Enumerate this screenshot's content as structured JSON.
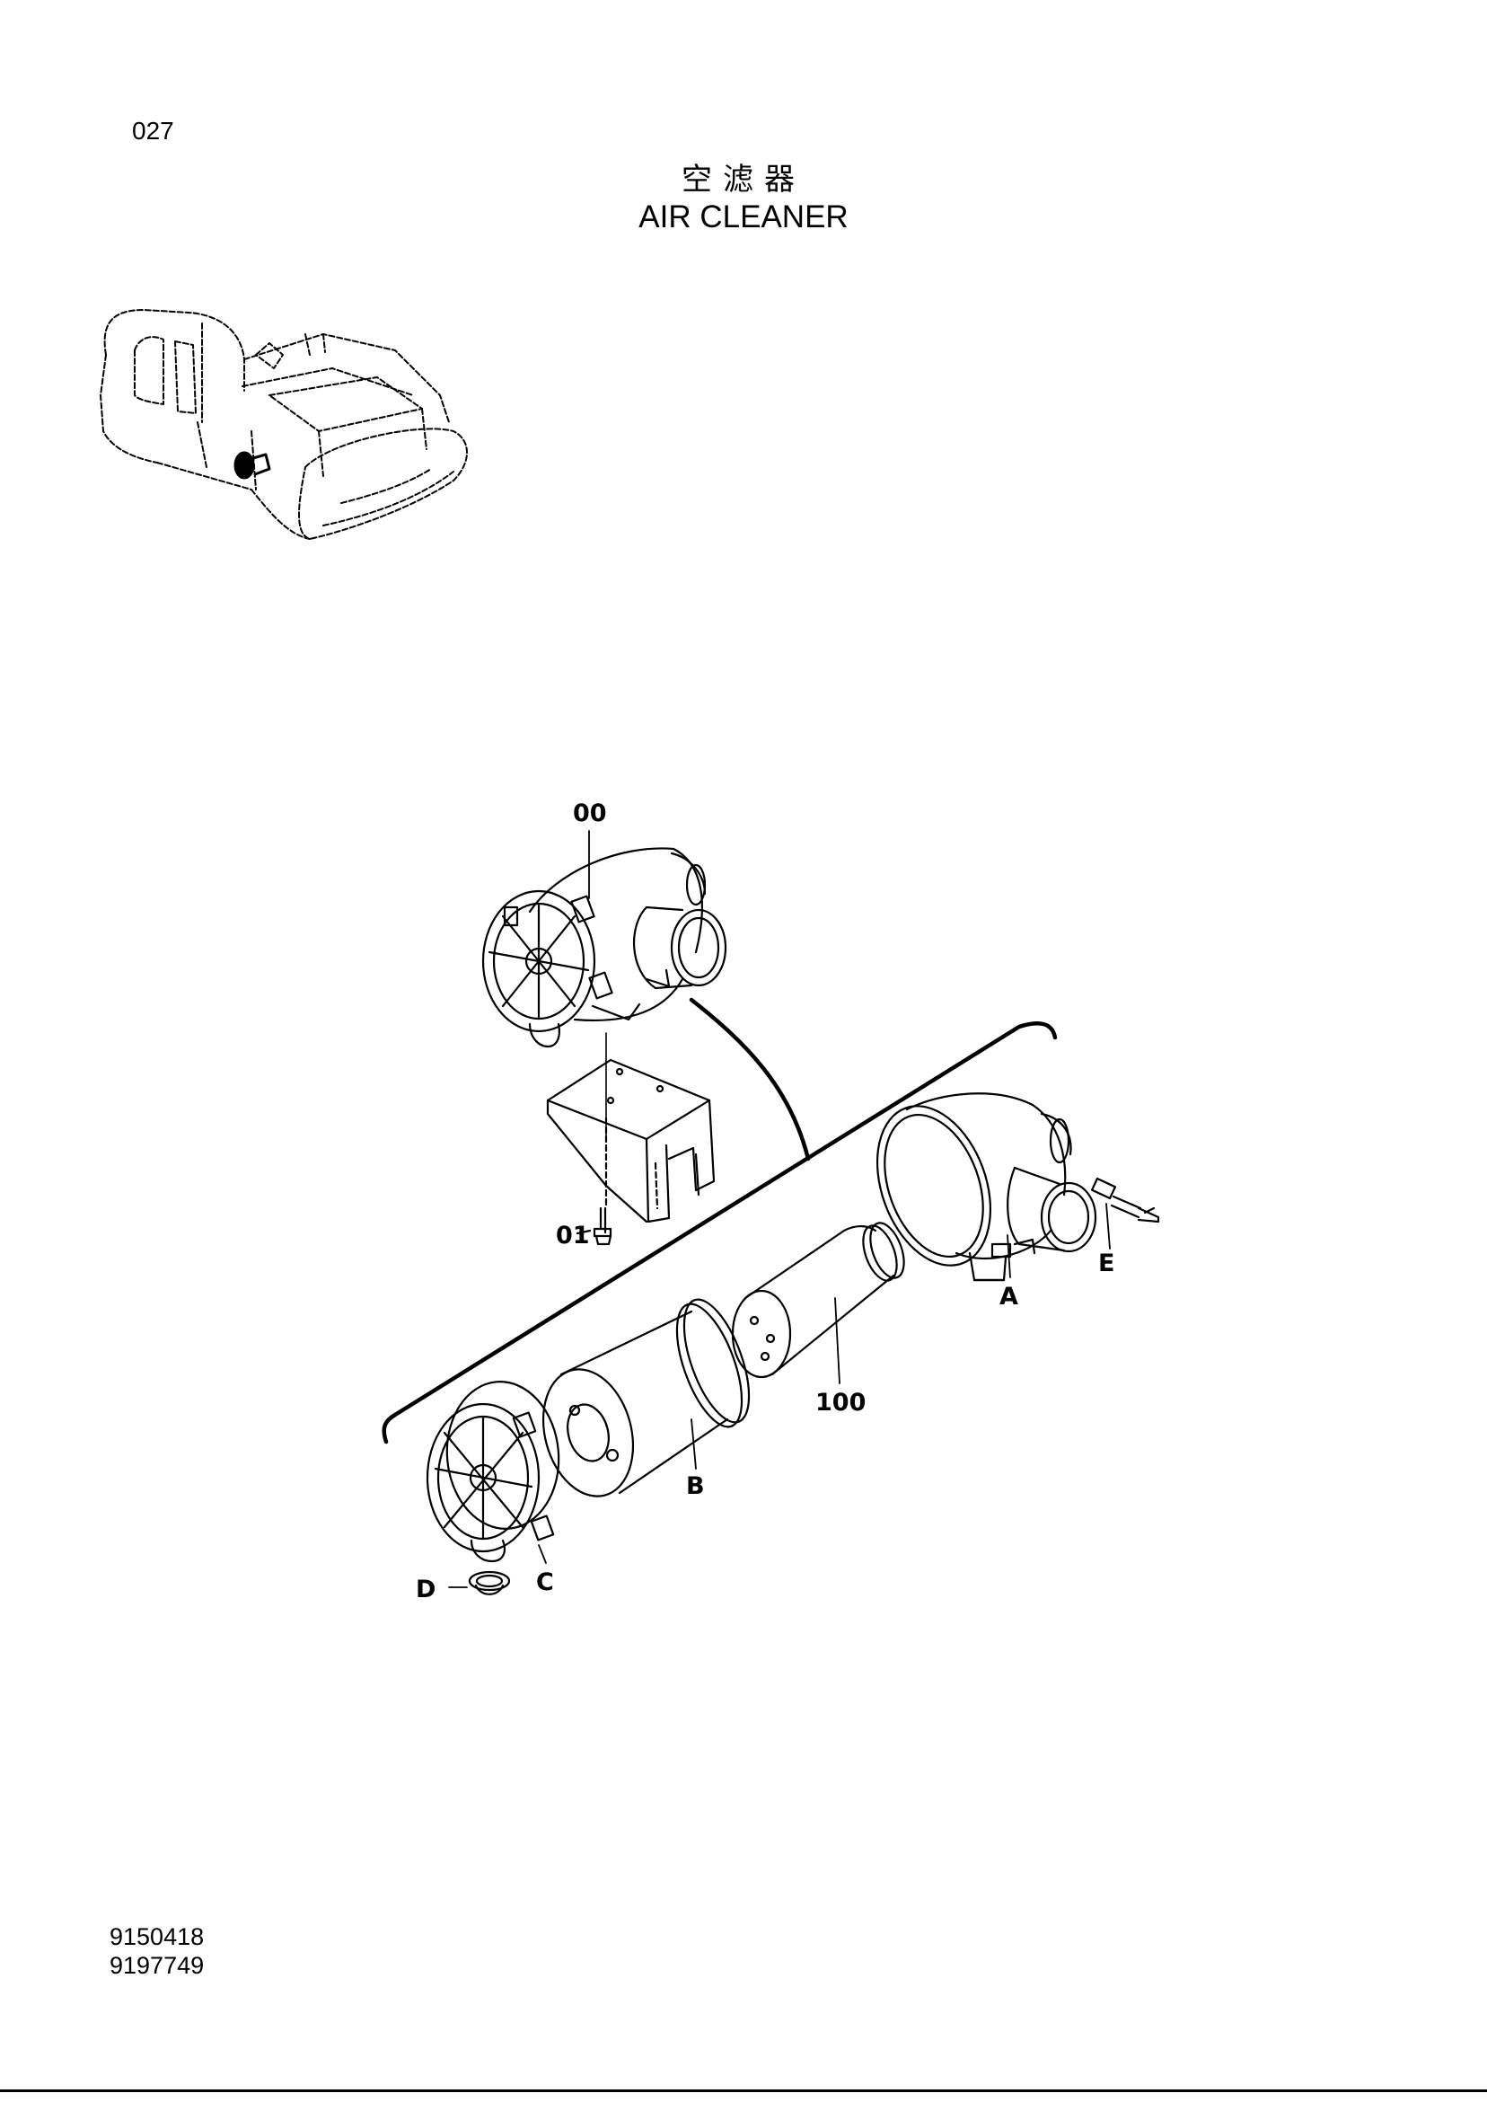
{
  "header": {
    "page_number": "027",
    "title_cn": "空滤器",
    "title_en": "AIR CLEANER"
  },
  "callouts": {
    "part_00": "00",
    "part_01": "01",
    "part_100": "100",
    "part_a": "A",
    "part_b": "B",
    "part_c": "C",
    "part_d": "D",
    "part_e": "E"
  },
  "footer": {
    "doc_numbers": [
      "9150418",
      "9197749"
    ]
  }
}
